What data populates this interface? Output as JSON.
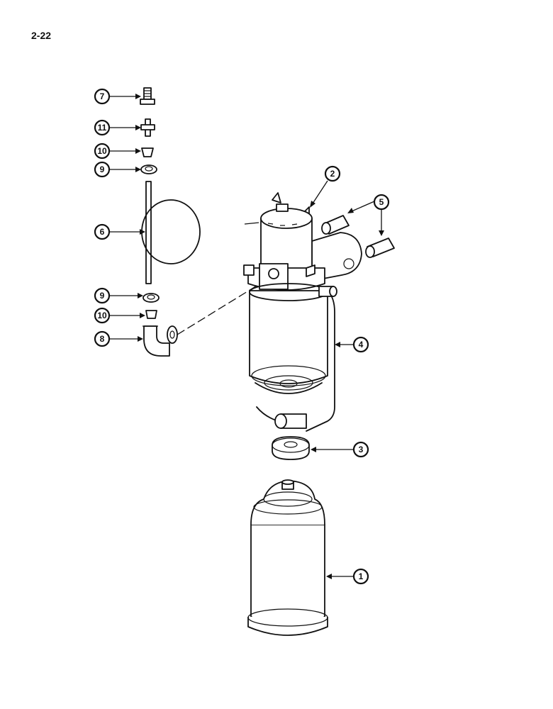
{
  "page": {
    "number": "2-22"
  },
  "callouts": {
    "c1": "1",
    "c2": "2",
    "c3": "3",
    "c4": "4",
    "c5": "5",
    "c6": "6",
    "c7": "7",
    "c8": "8",
    "c9a": "9",
    "c9b": "9",
    "c10a": "10",
    "c10b": "10",
    "c11": "11"
  }
}
